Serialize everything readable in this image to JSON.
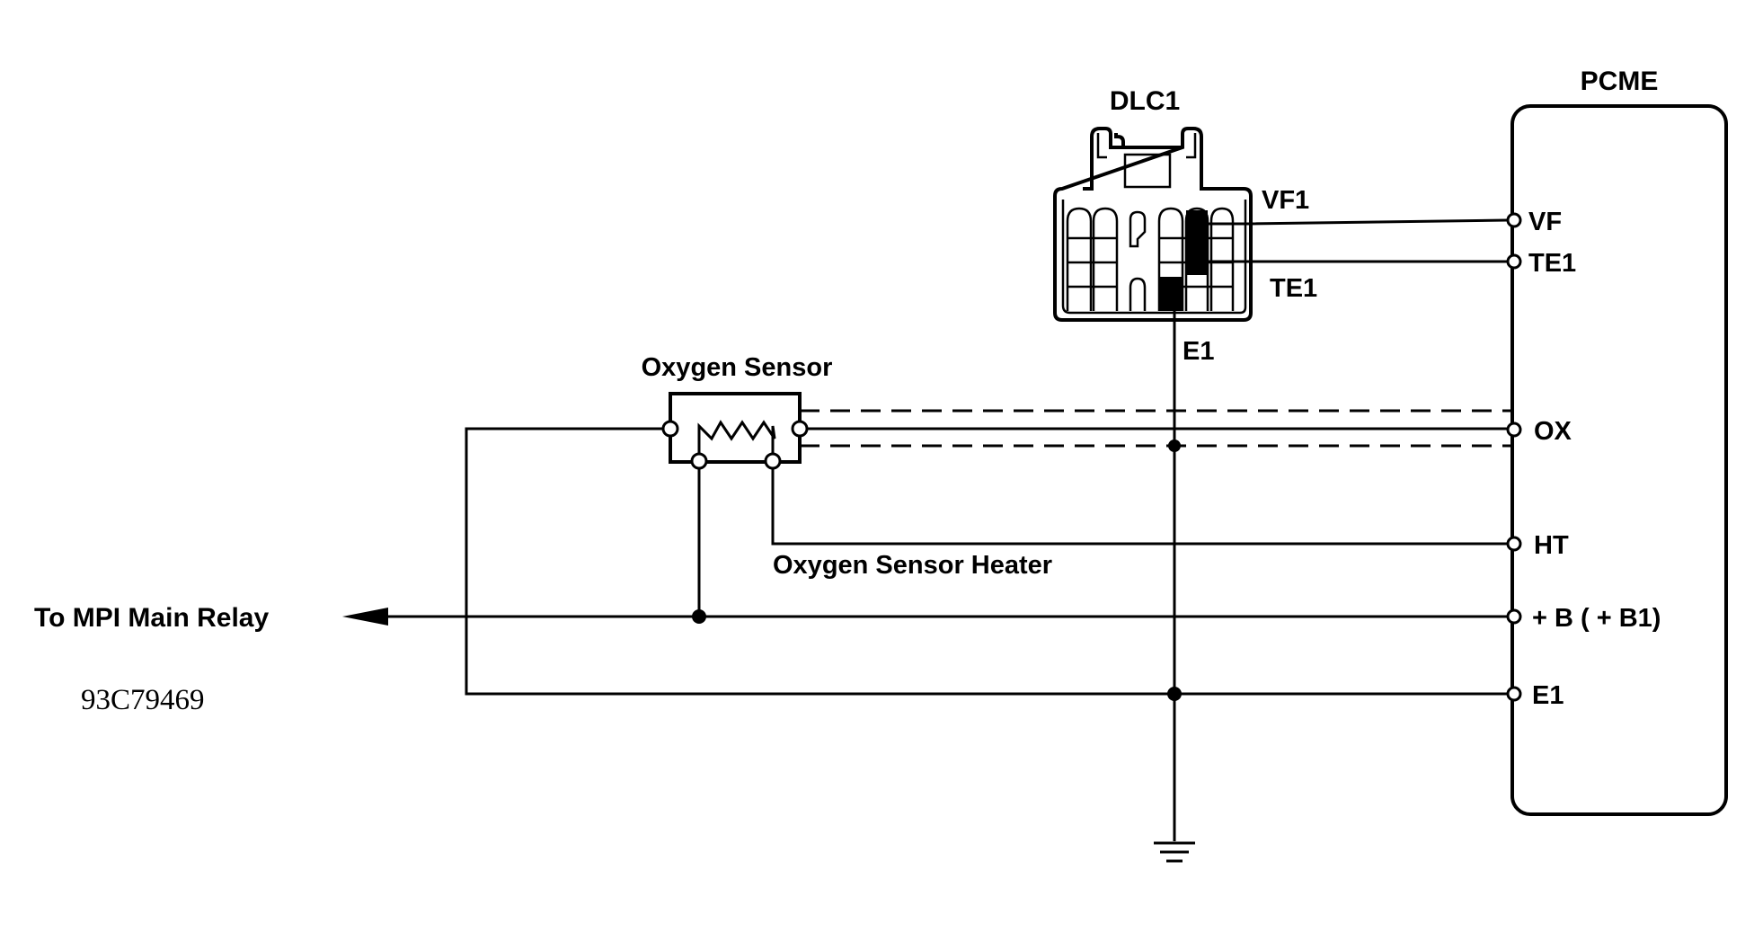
{
  "labels": {
    "pcme": "PCME",
    "dlc1": "DLC1",
    "vf1": "VF1",
    "te1": "TE1",
    "e1_dlc": "E1",
    "oxygen_sensor": "Oxygen Sensor",
    "oxygen_sensor_heater": "Oxygen Sensor Heater",
    "to_mpi_main_relay": "To MPI Main Relay",
    "figure_id": "93C79469"
  },
  "pcme_terminals": [
    {
      "id": "vf",
      "label": "VF"
    },
    {
      "id": "te1",
      "label": "TE1"
    },
    {
      "id": "ox",
      "label": "OX"
    },
    {
      "id": "ht",
      "label": "HT"
    },
    {
      "id": "b",
      "label": "+ B ( + B1)"
    },
    {
      "id": "e1",
      "label": "E1"
    }
  ]
}
